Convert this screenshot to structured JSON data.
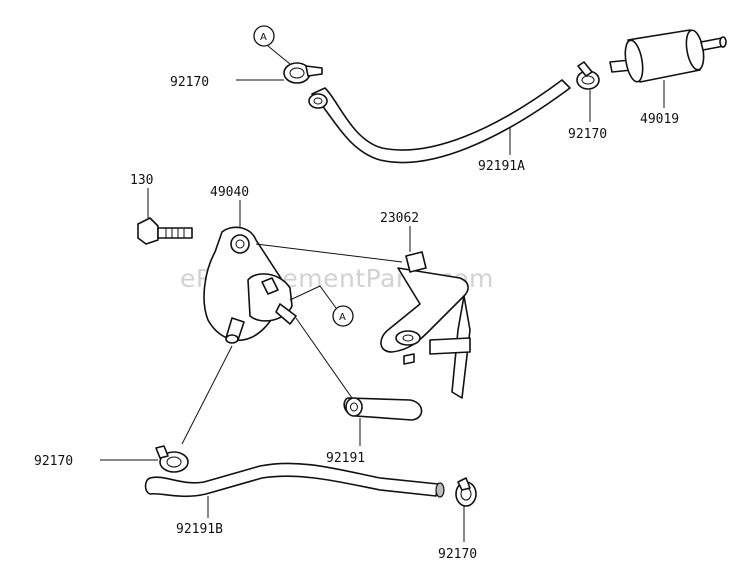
{
  "watermark": "eReplacementParts.com",
  "labels": {
    "clamp_top_left": "92170",
    "clamp_top_right": "92170",
    "fuel_filter": "49019",
    "hose_a": "92191A",
    "bolt": "130",
    "fuel_pump": "49040",
    "damper": "23062",
    "hose_short": "92191",
    "clamp_bottom_left": "92170",
    "hose_b": "92191B",
    "clamp_bottom_right": "92170"
  },
  "refs": {
    "ref_top": "A",
    "ref_pump": "A"
  }
}
